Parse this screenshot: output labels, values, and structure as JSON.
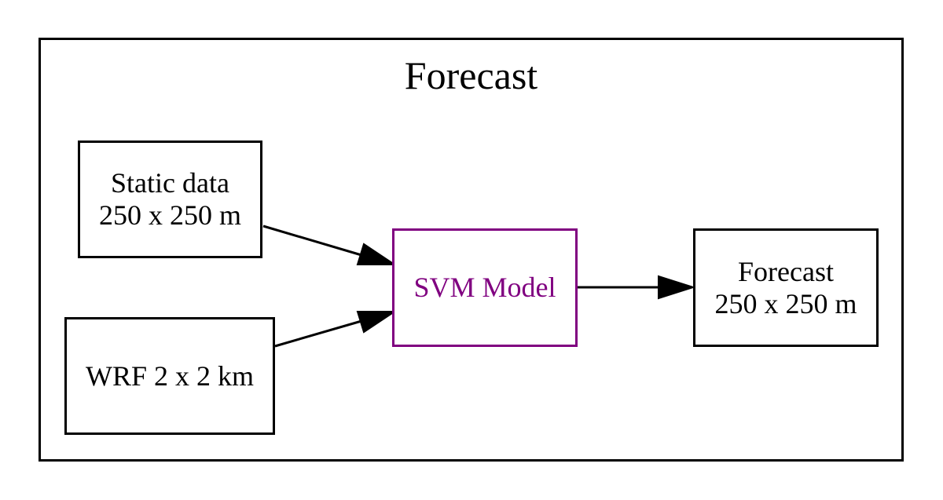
{
  "cluster": {
    "title": "Forecast"
  },
  "nodes": {
    "static_data": {
      "line1": "Static data",
      "line2": "250 x 250 m"
    },
    "wrf": {
      "label": "WRF 2 x 2 km"
    },
    "svm_model": {
      "label": "SVM Model",
      "color": "#800080"
    },
    "forecast": {
      "line1": "Forecast",
      "line2": "250 x 250 m"
    }
  },
  "edges": [
    {
      "from": "Static data 250 x 250 m",
      "to": "SVM Model"
    },
    {
      "from": "WRF 2 x 2 km",
      "to": "SVM Model"
    },
    {
      "from": "SVM Model",
      "to": "Forecast 250 x 250 m"
    }
  ]
}
